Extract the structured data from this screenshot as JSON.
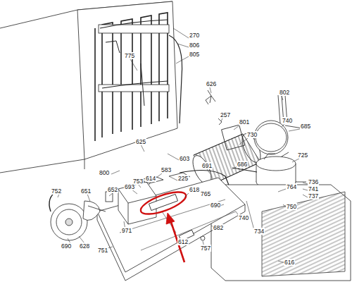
{
  "diagram": {
    "labels": [
      "270",
      "806",
      "805",
      "775",
      "626",
      "802",
      "257",
      "801",
      "740",
      "685",
      "730",
      "725",
      "603",
      "625",
      "225",
      "800",
      "691",
      "686",
      "736",
      "764",
      "741",
      "737",
      "750",
      "583",
      "614",
      "753",
      "618",
      "693",
      "765",
      "690",
      "740",
      "734",
      "652",
      "651",
      "752",
      "971",
      "690",
      "628",
      "751",
      "682",
      "612",
      "757",
      "616"
    ]
  }
}
